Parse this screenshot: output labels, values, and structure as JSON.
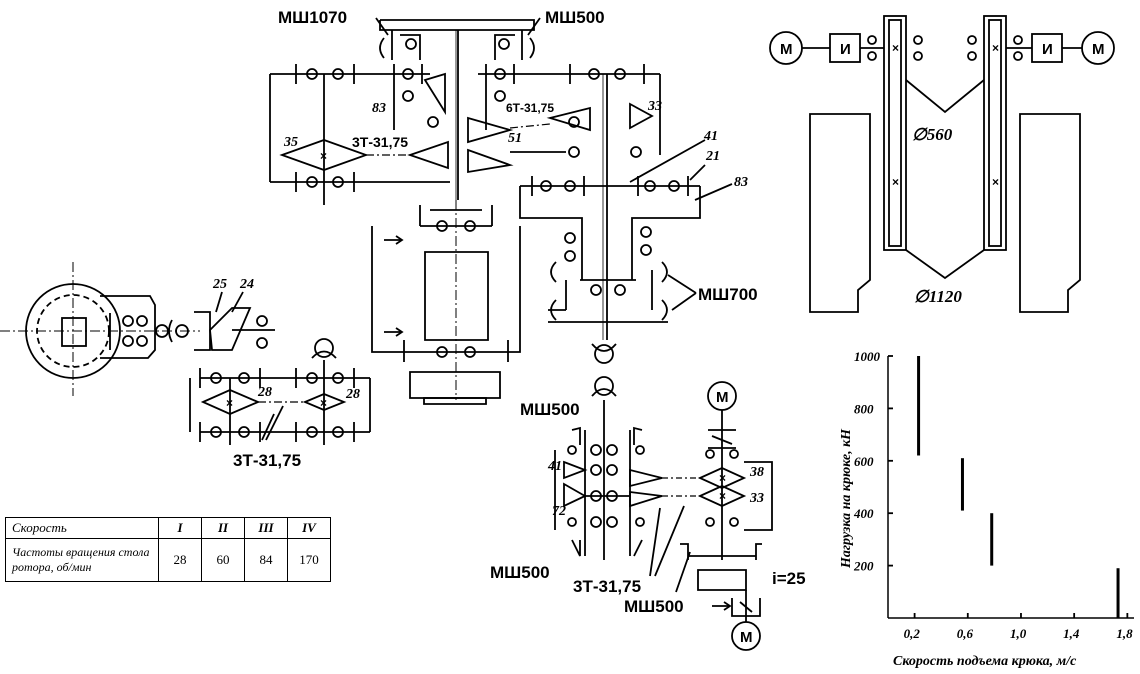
{
  "labels": {
    "msh1070": "МШ1070",
    "msh500_top": "МШ500",
    "msh700": "МШ700",
    "msh500_left_top": "МШ500",
    "msh500_left_bottom": "МШ500",
    "msh500_bottom": "МШ500",
    "chain_6t": "6Т-31,75",
    "chain_3t_center": "3Т-31,75",
    "chain_3t_left": "3Т-31,75",
    "chain_3t_bottom": "3Т-31,75",
    "gear_ratio": "i=25",
    "motor": "М",
    "coupling": "И",
    "d560": "∅560",
    "d1120": "∅1120"
  },
  "teeth": {
    "t83_left": "83",
    "t35": "35",
    "t51": "51",
    "t33_top": "33",
    "t41_right": "41",
    "t21": "21",
    "t83_right": "83",
    "t25": "25",
    "t24": "24",
    "t28_a": "28",
    "t28_b": "28",
    "t41_bottom": "41",
    "t72": "72",
    "t38": "38",
    "t33_bottom": "33"
  },
  "speed_table": {
    "header": "Скорость",
    "gears": [
      "I",
      "II",
      "III",
      "IV"
    ],
    "row_label": "Частоты вращения стола ротора, об/мин",
    "values": [
      "28",
      "60",
      "84",
      "170"
    ]
  },
  "chart_data": {
    "type": "bar",
    "xlabel": "Скорость подъема крюка, м/с",
    "ylabel": "Нагрузка на крюке, кН",
    "xticks": [
      "0,2",
      "0,6",
      "1,0",
      "1,4",
      "1,8"
    ],
    "yticks": [
      "200",
      "400",
      "600",
      "800",
      "1000"
    ],
    "xlim": [
      0,
      1.85
    ],
    "ylim": [
      0,
      1000
    ],
    "segments": [
      {
        "x": 0.23,
        "y_from": 620,
        "y_to": 1000
      },
      {
        "x": 0.56,
        "y_from": 410,
        "y_to": 610
      },
      {
        "x": 0.78,
        "y_from": 200,
        "y_to": 400
      },
      {
        "x": 1.73,
        "y_from": 0,
        "y_to": 190
      }
    ],
    "grid": false
  }
}
